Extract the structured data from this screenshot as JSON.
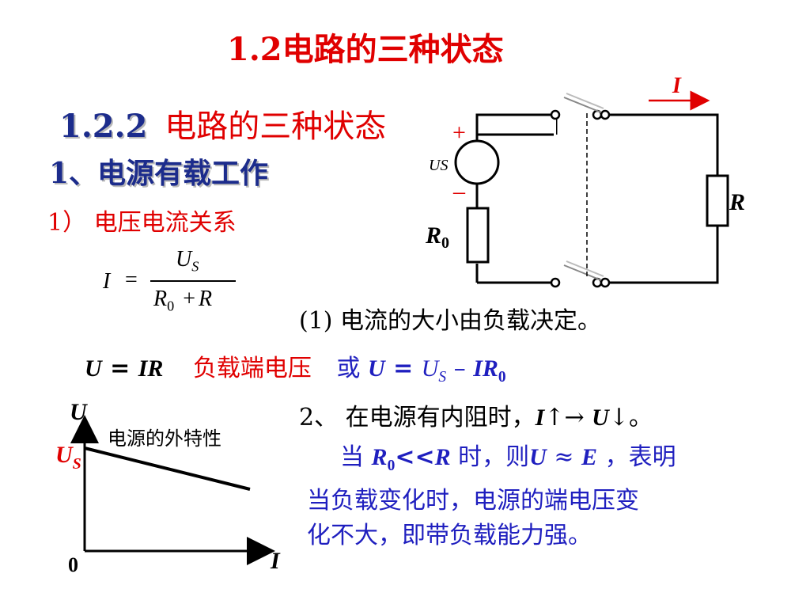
{
  "slide": {
    "title": "1.2电路的三种状态",
    "subtitle_num": "1.2.2",
    "subtitle_text": "电路的三种状态",
    "section": "1、电源有载工作",
    "subsection": "1） 电压电流关系",
    "formula": {
      "lhs": "I",
      "num": "U",
      "num_sub": "S",
      "den_a": "R",
      "den_a_sub": "0",
      "den_plus": "+",
      "den_b": "R",
      "eq": "="
    },
    "note1": "(1) 电流的大小由负载决定。",
    "line_uir": {
      "u": "U",
      "eq": " = ",
      "ir": "IR",
      "label": "负载端电压",
      "or": "或",
      "u2": "U",
      "eq2": " = ",
      "us": "U",
      "us_sub": "S",
      "minus": " – ",
      "ir0": "IR",
      "ir0_sub": "0"
    },
    "note2": {
      "text": "2、 在电源有内阻时，",
      "i": "I",
      "arrows": "↑→",
      "u": "U",
      "down": "↓",
      "end": "。"
    },
    "note3": {
      "dang": "当 ",
      "r": "R",
      "r_sub": "0",
      "ll": "<<",
      "r2": "R",
      "mid": " 时，则",
      "u": "U",
      "approx": " ≈ ",
      "e": "E",
      "rest1": " ，表明",
      "line2": "当负载变化时，电源的端电压变",
      "line3": "化不大，即带负载能力强。"
    }
  },
  "circuit": {
    "current_label": "I",
    "plus": "+",
    "minus": "–",
    "source_label": "US",
    "r0": "R",
    "r0_sub": "0",
    "r": "R"
  },
  "graph": {
    "y_axis": "U",
    "x_axis": "I",
    "origin": "0",
    "us": "U",
    "us_sub": "S",
    "caption": "电源的外特性"
  }
}
